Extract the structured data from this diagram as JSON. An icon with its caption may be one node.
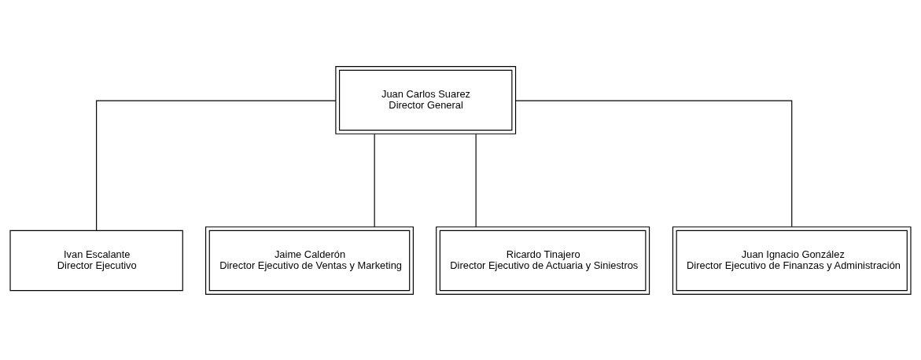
{
  "diagram": {
    "nodes": [
      {
        "text": [
          "Juan Carlos Suarez",
          "Director General"
        ]
      },
      {
        "text": [
          "Ivan Escalante",
          "Director Ejecutivo"
        ]
      },
      {
        "text": [
          "Jaime Calderón",
          "Director Ejecutivo de Ventas y Marketing"
        ]
      },
      {
        "text": [
          "Ricardo Tinajero",
          "Director Ejecutivo de Actuaria y Siniestros"
        ]
      },
      {
        "text": [
          "Juan Ignacio González",
          "Director Ejecutivo de Finanzas y Administración"
        ]
      }
    ],
    "edges": [
      {
        "from": 0,
        "to": 1,
        "arrow": "none"
      },
      {
        "from": 0,
        "to": 2,
        "arrow": "none"
      },
      {
        "from": 0,
        "to": 3,
        "arrow": "none"
      },
      {
        "from": 0,
        "to": 4,
        "arrow": "none"
      }
    ]
  }
}
